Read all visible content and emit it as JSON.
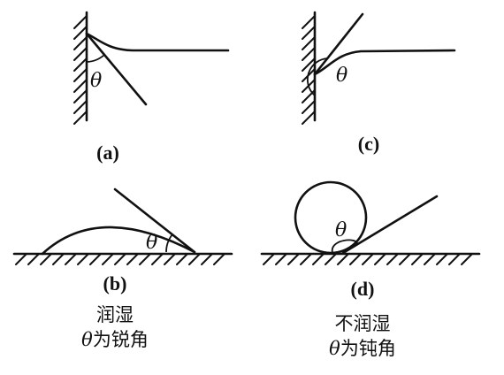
{
  "panels": {
    "a": {
      "label": "(a)",
      "angle_symbol": "θ"
    },
    "b": {
      "label": "(b)",
      "angle_symbol": "θ"
    },
    "c": {
      "label": "(c)",
      "angle_symbol": "θ"
    },
    "d": {
      "label": "(d)",
      "angle_symbol": "θ"
    }
  },
  "captions": {
    "wetting": {
      "line1": "润湿",
      "symbol": "θ",
      "rest": "为锐角"
    },
    "non_wetting": {
      "line1": "不润湿",
      "symbol": "θ",
      "rest": "为钝角"
    }
  }
}
